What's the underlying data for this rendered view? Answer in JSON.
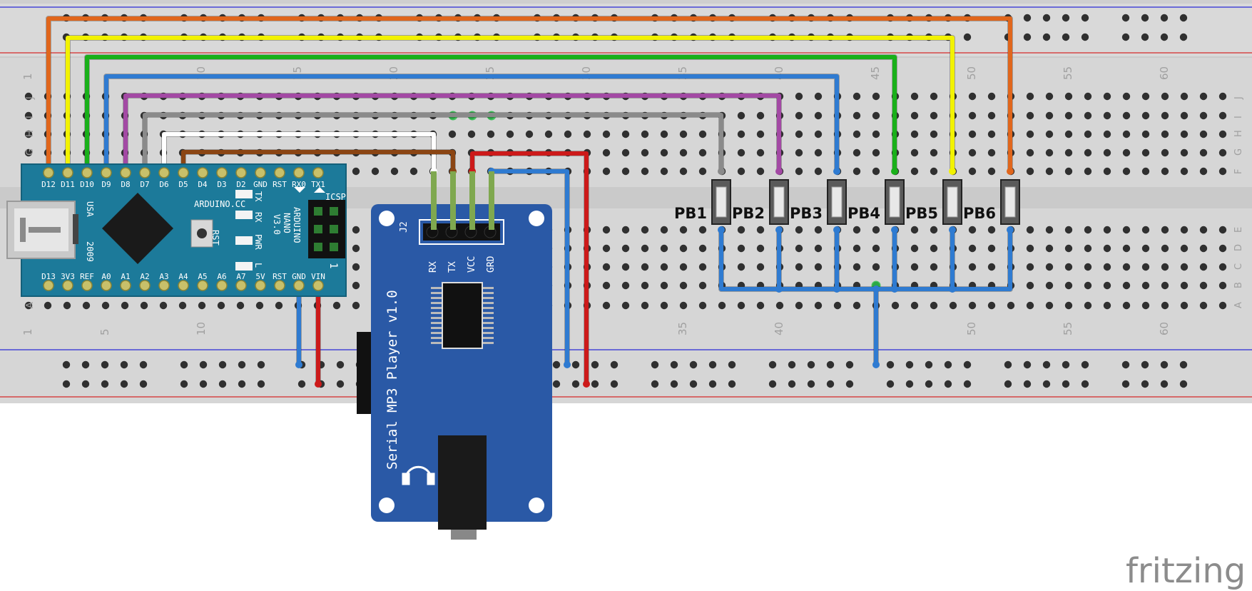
{
  "breadboard": {
    "row_letters_top": [
      "J",
      "I",
      "H",
      "G",
      "F"
    ],
    "row_letters_bottom": [
      "E",
      "D",
      "C",
      "B",
      "A"
    ],
    "column_labels_top": [
      "1",
      "10",
      "15",
      "20",
      "25",
      "30",
      "35",
      "40",
      "45",
      "50",
      "55",
      "60"
    ],
    "column_labels_bottom": [
      "1",
      "5",
      "10",
      "35",
      "40",
      "50",
      "55",
      "60"
    ]
  },
  "arduino": {
    "top_pins": [
      "D12",
      "D11",
      "D10",
      "D9",
      "D8",
      "D7",
      "D6",
      "D5",
      "D4",
      "D3",
      "D2",
      "GND",
      "RST",
      "RX0",
      "TX1"
    ],
    "bottom_pins": [
      "D13",
      "3V3",
      "REF",
      "A0",
      "A1",
      "A2",
      "A3",
      "A4",
      "A5",
      "A6",
      "A7",
      "5V",
      "RST",
      "GND",
      "VIN"
    ],
    "silk_cc": "ARDUINO.CC",
    "led_labels": [
      "TX",
      "RX",
      "PWR",
      "L"
    ],
    "rst_label": "RST",
    "usa_label": "USA",
    "year_label": "2009",
    "board_name": [
      "ARDUINO",
      "NANO",
      "V3.0"
    ],
    "icsp_label": "ICSP",
    "pin1_label": "1"
  },
  "mp3": {
    "title": "Serial MP3 Player v1.0",
    "header_label": "J2",
    "pins": [
      "RX",
      "TX",
      "VCC",
      "GRD"
    ]
  },
  "buttons": [
    "PB1",
    "PB2",
    "PB3",
    "PB4",
    "PB5",
    "PB6"
  ],
  "wire_colors": {
    "orange": "#e0661c",
    "yellow": "#f2f200",
    "green": "#1ab01a",
    "blue": "#2f7bd1",
    "purple": "#a349a4",
    "gray": "#8a8a8a",
    "white": "#ffffff",
    "brown": "#8b4513",
    "red": "#cc1a1a"
  },
  "watermark": "fritzing"
}
